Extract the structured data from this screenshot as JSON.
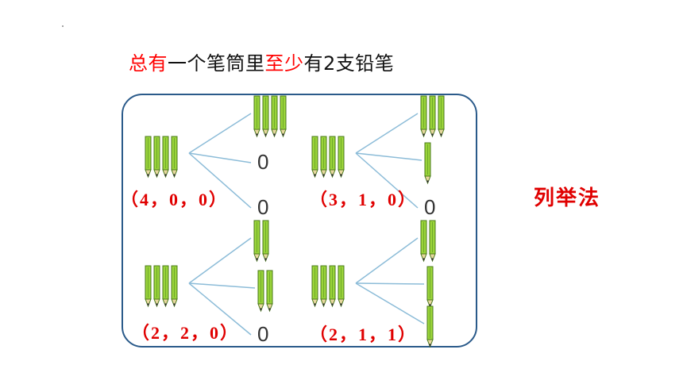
{
  "title": {
    "part1": "总有",
    "part2": "一个笔筒里",
    "part3": "至少",
    "part4": "有2支铅笔"
  },
  "zero_label": "0",
  "groups": [
    {
      "tuple": "（4，0，0）",
      "source": 4,
      "branches": [
        4,
        0,
        0
      ]
    },
    {
      "tuple": "（3，1，0）",
      "source": 4,
      "branches": [
        3,
        1,
        0
      ]
    },
    {
      "tuple": "（2，2，0）",
      "source": 4,
      "branches": [
        2,
        2,
        0
      ]
    },
    {
      "tuple": "（2，1，1）",
      "source": 4,
      "branches": [
        2,
        1,
        1
      ]
    }
  ],
  "method_label": "列举法",
  "colors": {
    "pencil_body": "#9ad43a",
    "pencil_edge": "#4a7a1a",
    "branch_line": "#8cbcd8",
    "frame": "#2a5a8a",
    "highlight": "#ff0000"
  }
}
